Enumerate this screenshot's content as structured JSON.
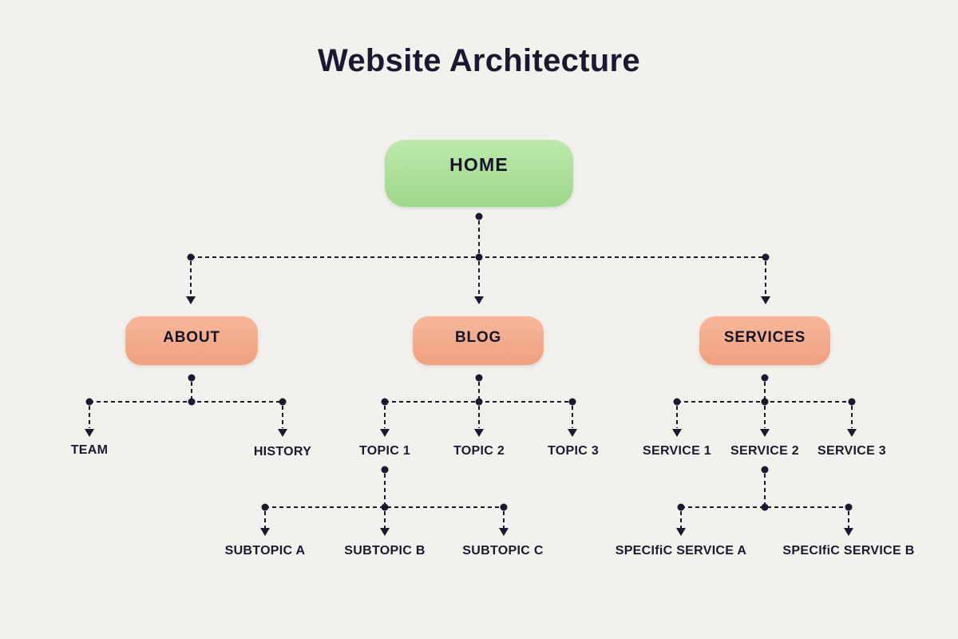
{
  "title": "Website Architecture",
  "palette": {
    "background": "#f2f1ee",
    "ink": "#1a1930",
    "home_grad_top": "#bde9ad",
    "home_grad_bottom": "#9dd689",
    "section_grad_top": "#f7b79a",
    "section_grad_bottom": "#efa080"
  },
  "nodes": {
    "home": {
      "label": "HOME"
    },
    "about": {
      "label": "ABOUT"
    },
    "blog": {
      "label": "BLOG"
    },
    "services": {
      "label": "SERVICES"
    },
    "team": {
      "label": "TEAM"
    },
    "history": {
      "label": "HISTORY"
    },
    "topic1": {
      "label": "TOPIC 1"
    },
    "topic2": {
      "label": "TOPIC 2"
    },
    "topic3": {
      "label": "TOPIC 3"
    },
    "subtopic_a": {
      "label": "SUBTOPIC A"
    },
    "subtopic_b": {
      "label": "SUBTOPIC B"
    },
    "subtopic_c": {
      "label": "SUBTOPIC C"
    },
    "service1": {
      "label": "SERVICE 1"
    },
    "service2": {
      "label": "SERVICE 2"
    },
    "service3": {
      "label": "SERVICE 3"
    },
    "specific_service_a": {
      "label": "SPECIfiC SERVICE A"
    },
    "specific_service_b": {
      "label": "SPECIfiC SERVICE B"
    }
  },
  "hierarchy": {
    "HOME": [
      "ABOUT",
      "BLOG",
      "SERVICES"
    ],
    "ABOUT": [
      "TEAM",
      "HISTORY"
    ],
    "BLOG": [
      "TOPIC 1",
      "TOPIC 2",
      "TOPIC 3"
    ],
    "TOPIC 1": [
      "SUBTOPIC A",
      "SUBTOPIC B",
      "SUBTOPIC C"
    ],
    "SERVICES": [
      "SERVICE 1",
      "SERVICE 2",
      "SERVICE 3"
    ],
    "SERVICE 2": [
      "SPECIfiC SERVICE A",
      "SPECIfiC SERVICE B"
    ]
  }
}
